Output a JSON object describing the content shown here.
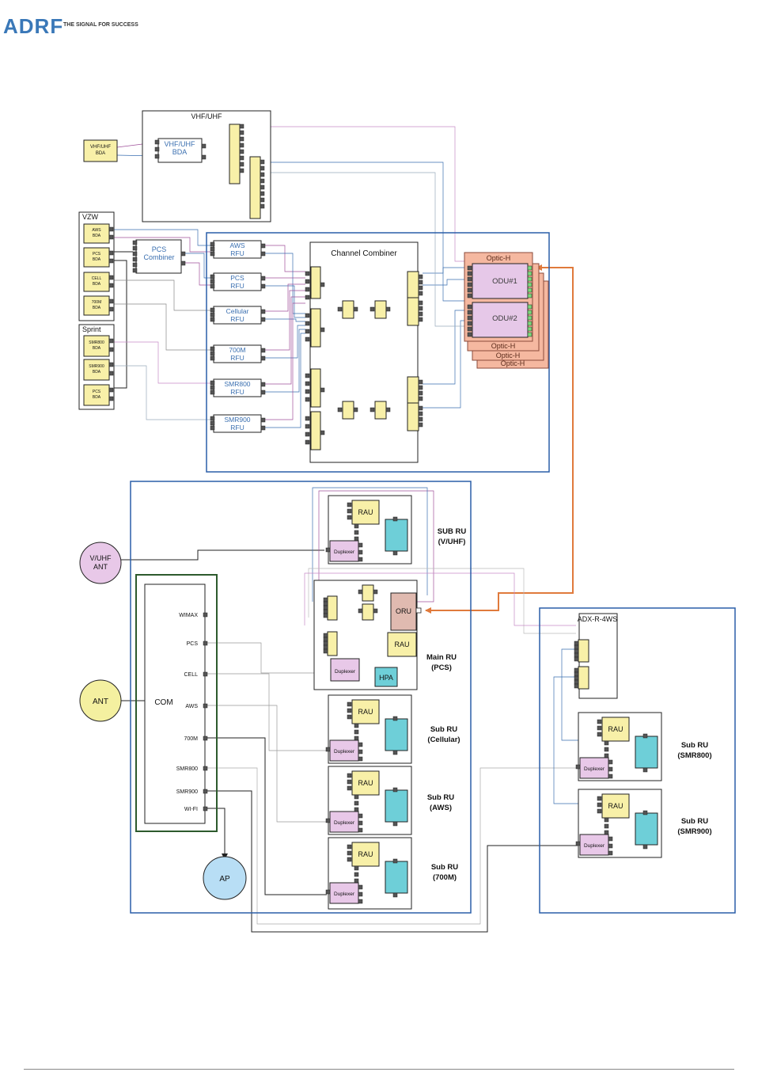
{
  "header": {
    "logo_text": "ADRF",
    "tagline": "THE SIGNAL FOR SUCCESS"
  },
  "colors": {
    "fiber": "#e07a3c",
    "blue_border": "#2a5ea8",
    "green_border": "#2d5a2d",
    "module_yellow": "#f8f0a8",
    "duplexer_pink": "#e8c8e8",
    "filter_cyan": "#6ecfd8",
    "optic_salmon": "#f5b8a0",
    "oru_pink": "#e0bab0"
  },
  "head_end": {
    "vhf_group_title": "VHF/UHF",
    "vhf_bda_external": "VHF/UHF BDA",
    "vhf_bda_internal": "VHF/UHF BDA",
    "vzw_title": "VZW",
    "vzw_items": [
      "AWS BDA",
      "PCS BDA",
      "CELL BDA",
      "700M BDA"
    ],
    "sprint_title": "Sprint",
    "sprint_items": [
      "SMR800 BDA",
      "SMR900 BDA",
      "PCS BDA"
    ],
    "pcs_combiner": "PCS Combiner",
    "rfus": [
      "AWS RFU",
      "PCS RFU",
      "Cellular RFU",
      "700M RFU",
      "SMR800 RFU",
      "SMR900 RFU"
    ],
    "channel_combiner": "Channel Combiner",
    "optic_label": "Optic-H",
    "odu1": "ODU#1",
    "odu2": "ODU#2",
    "optic_stack": [
      "Optic-H",
      "Optic-H",
      "Optic-H"
    ]
  },
  "remote": {
    "vuhf_ant": "V/UHF ANT",
    "ant": "ANT",
    "ap": "AP",
    "com": "COM",
    "com_ports": [
      "WIMAX",
      "PCS",
      "CELL",
      "AWS",
      "700M",
      "SMR800",
      "SMR900",
      "WI-FI"
    ],
    "rau": "RAU",
    "duplexer": "Duplexer",
    "oru": "ORU",
    "hpa": "HPA",
    "units": [
      {
        "title": "SUB RU",
        "sub": "(V/UHF)"
      },
      {
        "title": "Main RU",
        "sub": "(PCS)"
      },
      {
        "title": "Sub RU",
        "sub": "(Cellular)"
      },
      {
        "title": "Sub RU",
        "sub": "(AWS)"
      },
      {
        "title": "Sub RU",
        "sub": "(700M)"
      }
    ],
    "adx_title": "ADX-R-4WS",
    "adx_units": [
      {
        "title": "Sub RU",
        "sub": "(SMR800)"
      },
      {
        "title": "Sub RU",
        "sub": "(SMR900)"
      }
    ]
  }
}
